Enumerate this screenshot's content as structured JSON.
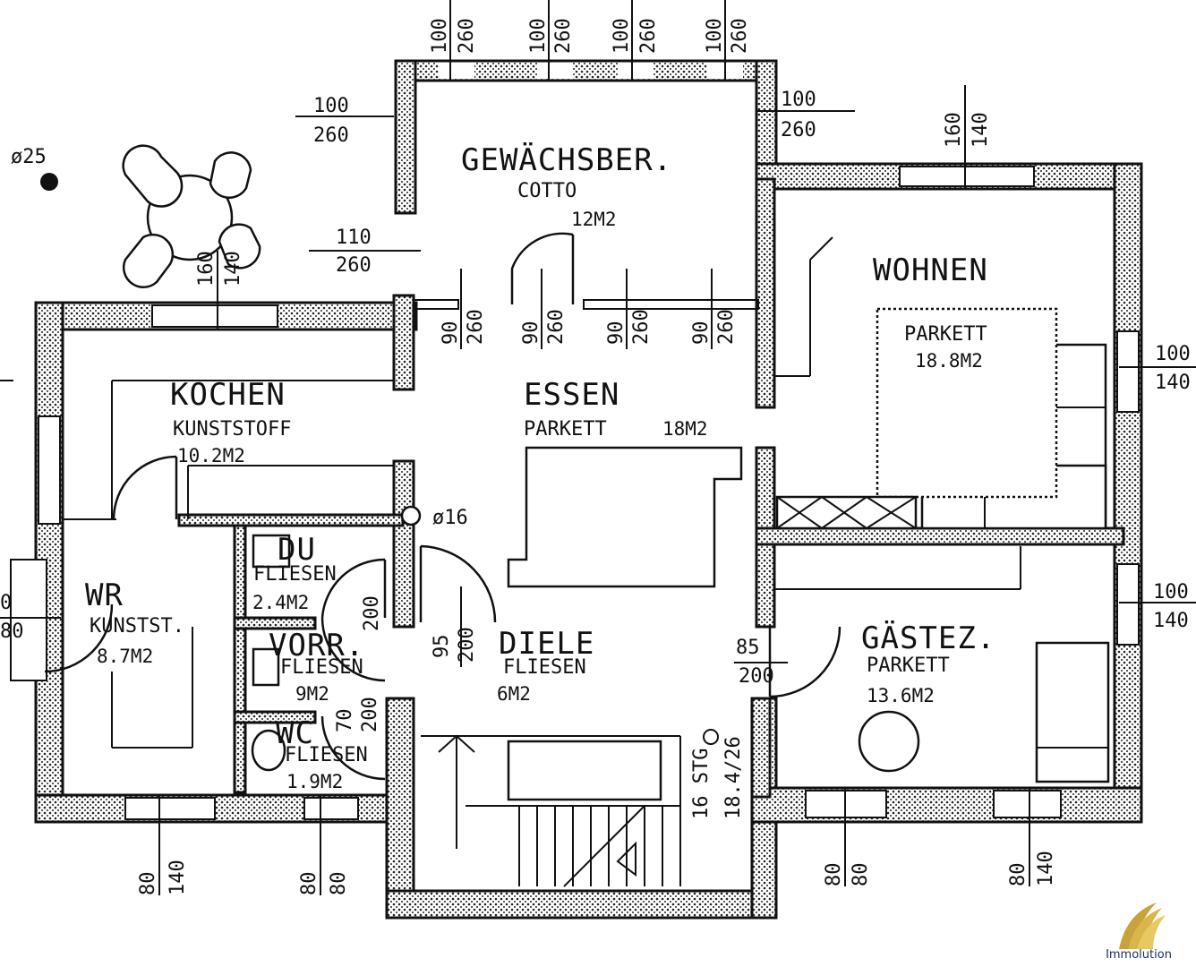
{
  "rooms": {
    "gewaechsber": {
      "name": "GEWÄCHSBER.",
      "floor": "COTTO",
      "area": "12M2"
    },
    "wohnen": {
      "name": "WOHNEN",
      "floor": "PARKETT",
      "area": "18.8M2"
    },
    "kochen": {
      "name": "KOCHEN",
      "floor": "KUNSTSTOFF",
      "area": "10.2M2"
    },
    "essen": {
      "name": "ESSEN",
      "floor": "PARKETT",
      "area": "18M2"
    },
    "du": {
      "name": "DU",
      "floor": "FLIESEN",
      "area": "2.4M2"
    },
    "wr": {
      "name": "WR",
      "floor": "KUNSTST.",
      "area": "8.7M2"
    },
    "vorr": {
      "name": "VORR.",
      "floor": "FLIESEN",
      "area": "9M2"
    },
    "wc": {
      "name": "WC",
      "floor": "FLIESEN",
      "area": "1.9M2"
    },
    "diele": {
      "name": "DIELE",
      "floor": "FLIESEN",
      "area": "6M2"
    },
    "gaestez": {
      "name": "GÄSTEZ.",
      "floor": "PARKETT",
      "area": "13.6M2"
    }
  },
  "symbols": {
    "tree": "ø25",
    "chimney": "ø16"
  },
  "stairs": {
    "steps": "16 STG",
    "ratio": "18.4/26"
  },
  "dimensions": {
    "top": [
      "100",
      "260",
      "100",
      "260",
      "100",
      "260",
      "100",
      "260"
    ],
    "gw_left": [
      "100",
      "260"
    ],
    "gw_right": [
      "100",
      "260"
    ],
    "kitchen_top": [
      "110",
      "260"
    ],
    "wohnen_top": [
      "160",
      "140"
    ],
    "kitchen_window": [
      "160",
      "140"
    ],
    "inner_doors": [
      "90",
      "260",
      "90",
      "260",
      "90",
      "260",
      "90",
      "260"
    ],
    "right_1": [
      "100",
      "140"
    ],
    "right_2": [
      "100",
      "140"
    ],
    "left_edge": [
      "0",
      "80"
    ],
    "du_door": "200",
    "diele_door": [
      "95",
      "200"
    ],
    "vorr_door": [
      "70",
      "200"
    ],
    "gaeste_door": [
      "85",
      "200"
    ],
    "bottom_1": [
      "80",
      "140"
    ],
    "bottom_2": [
      "80",
      "80"
    ],
    "bottom_3": [
      "80",
      "80"
    ],
    "bottom_4": [
      "80",
      "140"
    ]
  },
  "logo": {
    "text": "Immolution"
  }
}
